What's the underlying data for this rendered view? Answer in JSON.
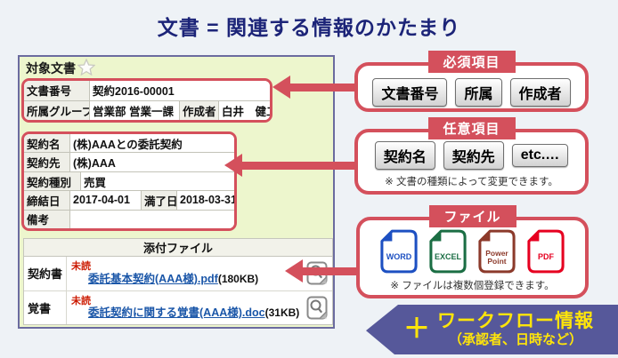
{
  "title": "文書 = 関連する情報のかたまり",
  "document_panel": {
    "header": "対象文書",
    "doc_info": {
      "doc_number_label": "文書番号",
      "doc_number_value": "契約2016-00001",
      "group_label": "所属グループ",
      "group_value": "営業部 営業一課",
      "author_label": "作成者",
      "author_value": "白井　健二"
    },
    "contract_fields": {
      "rows": [
        {
          "label": "契約名",
          "value": "(株)AAAとの委託契約"
        },
        {
          "label": "契約先",
          "value": "(株)AAA"
        },
        {
          "label": "契約種別",
          "value": "売買"
        },
        {
          "label": "締結日",
          "value": "2017-04-01",
          "label2": "満了日",
          "value2": "2018-03-31"
        },
        {
          "label": "備考",
          "value": ""
        }
      ]
    },
    "attachments": {
      "header": "添付ファイル",
      "rows": [
        {
          "label": "契約書",
          "status": "未読",
          "file_link": "委託基本契約(AAA様).pdf",
          "file_size": "(180KB)"
        },
        {
          "label": "覚書",
          "status": "未読",
          "file_link": "委託契約に関する覚書(AAA様).doc",
          "file_size": "(31KB)"
        }
      ]
    }
  },
  "callouts": {
    "required": {
      "label": "必須項目",
      "buttons": [
        "文書番号",
        "所属",
        "作成者"
      ]
    },
    "optional": {
      "label": "任意項目",
      "buttons": [
        "契約名",
        "契約先",
        "etc.…"
      ],
      "note": "※ 文書の種類によって変更できます。"
    },
    "files": {
      "label": "ファイル",
      "icons": [
        "WORD",
        "EXCEL",
        "Power Point",
        "PDF"
      ],
      "note": "※ ファイルは複数個登録できます。"
    }
  },
  "workflow_banner": {
    "plus": "＋",
    "title": "ワークフロー情報",
    "subtitle": "（承認者、日時など）"
  },
  "colors": {
    "accent_red": "#d4505c",
    "panel_green": "#edf6cd",
    "panel_border": "#6b6b9f",
    "title_navy": "#1c2478",
    "link_blue": "#1a56a8",
    "unread_red": "#cc1a00",
    "banner_purple": "#56589a",
    "banner_yellow": "#ffe50a",
    "word_blue": "#1d50c2",
    "excel_green": "#1b6e44",
    "powerpoint_brown": "#8c3a2b",
    "pdf_red": "#e60020"
  }
}
